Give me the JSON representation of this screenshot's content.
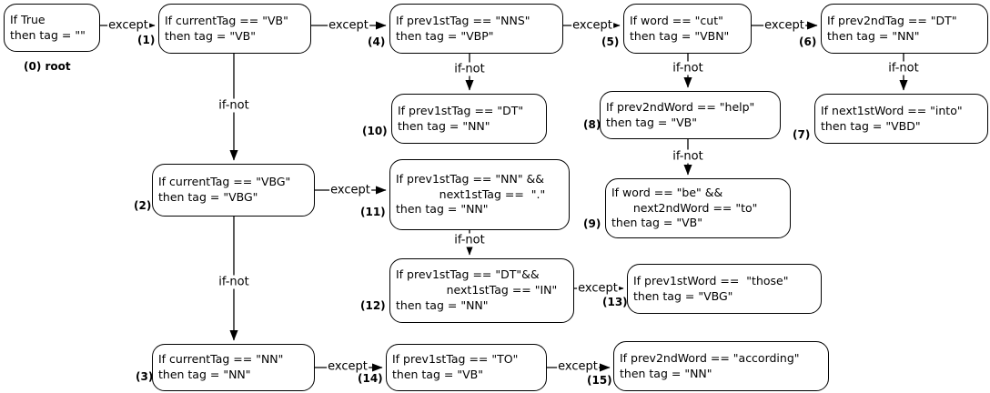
{
  "nodes": {
    "n0": {
      "label": "(0) root",
      "lines": [
        "If True",
        "then tag = \"\""
      ]
    },
    "n1": {
      "label": "(1)",
      "lines": [
        "If currentTag == \"VB\"",
        "then tag = \"VB\""
      ]
    },
    "n2": {
      "label": "(2)",
      "lines": [
        "If currentTag == \"VBG\"",
        "then tag = \"VBG\""
      ]
    },
    "n3": {
      "label": "(3)",
      "lines": [
        "If currentTag == \"NN\"",
        "then tag = \"NN\""
      ]
    },
    "n4": {
      "label": "(4)",
      "lines": [
        "If prev1stTag == \"NNS\"",
        "then tag = \"VBP\""
      ]
    },
    "n5": {
      "label": "(5)",
      "lines": [
        "If word == \"cut\"",
        "then tag = \"VBN\""
      ]
    },
    "n6": {
      "label": "(6)",
      "lines": [
        "If prev2ndTag == \"DT\"",
        "then tag = \"NN\""
      ]
    },
    "n7": {
      "label": "(7)",
      "lines": [
        "If next1stWord == \"into\"",
        "then tag = \"VBD\""
      ]
    },
    "n8": {
      "label": "(8)",
      "lines": [
        "If prev2ndWord == \"help\"",
        "then tag = \"VB\""
      ]
    },
    "n9": {
      "label": "(9)",
      "lines": [
        "If word == \"be\" &&",
        "      next2ndWord == \"to\"",
        "then tag = \"VB\""
      ]
    },
    "n10": {
      "label": "(10)",
      "lines": [
        "If prev1stTag == \"DT\"",
        "then tag = \"NN\""
      ]
    },
    "n11": {
      "label": "(11)",
      "lines": [
        "If prev1stTag == \"NN\" &&",
        "            next1stTag ==  \".\"",
        "then tag = \"NN\""
      ]
    },
    "n12": {
      "label": "(12)",
      "lines": [
        "If prev1stTag == \"DT\"&&",
        "              next1stTag == \"IN\"",
        "then tag = \"NN\""
      ]
    },
    "n13": {
      "label": "(13)",
      "lines": [
        "If prev1stWord ==  \"those\"",
        "then tag = \"VBG\""
      ]
    },
    "n14": {
      "label": "(14)",
      "lines": [
        "If prev1stTag == \"TO\"",
        "then tag = \"VB\""
      ]
    },
    "n15": {
      "label": "(15)",
      "lines": [
        "If prev2ndWord == \"according\"",
        "then tag = \"NN\""
      ]
    }
  },
  "connections": [
    {
      "from": "0",
      "to": "1",
      "label": "except"
    },
    {
      "from": "1",
      "to": "4",
      "label": "except"
    },
    {
      "from": "4",
      "to": "5",
      "label": "except"
    },
    {
      "from": "5",
      "to": "6",
      "label": "except"
    },
    {
      "from": "1",
      "to": "2",
      "label": "if-not"
    },
    {
      "from": "4",
      "to": "10",
      "label": "if-not"
    },
    {
      "from": "5",
      "to": "8",
      "label": "if-not"
    },
    {
      "from": "6",
      "to": "7",
      "label": "if-not"
    },
    {
      "from": "8",
      "to": "9",
      "label": "if-not"
    },
    {
      "from": "2",
      "to": "11",
      "label": "except"
    },
    {
      "from": "11",
      "to": "12",
      "label": "if-not"
    },
    {
      "from": "12",
      "to": "13",
      "label": "except"
    },
    {
      "from": "2",
      "to": "3",
      "label": "if-not"
    },
    {
      "from": "3",
      "to": "14",
      "label": "except"
    },
    {
      "from": "14",
      "to": "15",
      "label": "except"
    }
  ],
  "colors": {
    "line": "#000000",
    "background": "#ffffff",
    "text": "#000000"
  }
}
